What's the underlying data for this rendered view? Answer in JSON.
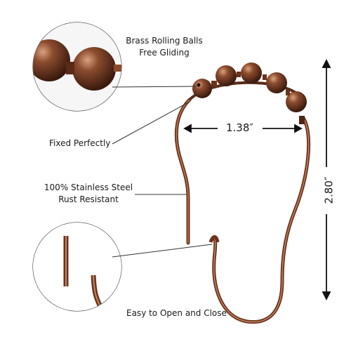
{
  "callouts": {
    "balls_line1": "Brass Rolling Balls",
    "balls_line2": "Free Gliding",
    "fixed": "Fixed Perfectly",
    "steel_line1": "100% Stainless Steel",
    "steel_line2": "Rust Resistant",
    "open_close": "Easy to Open and Close"
  },
  "dimensions": {
    "width": "1.38″",
    "height": "2.80″"
  },
  "colors": {
    "bronze": "#8a4a2c",
    "bronze_dark": "#4f2616",
    "bronze_light": "#b97a56",
    "line": "#333333"
  }
}
